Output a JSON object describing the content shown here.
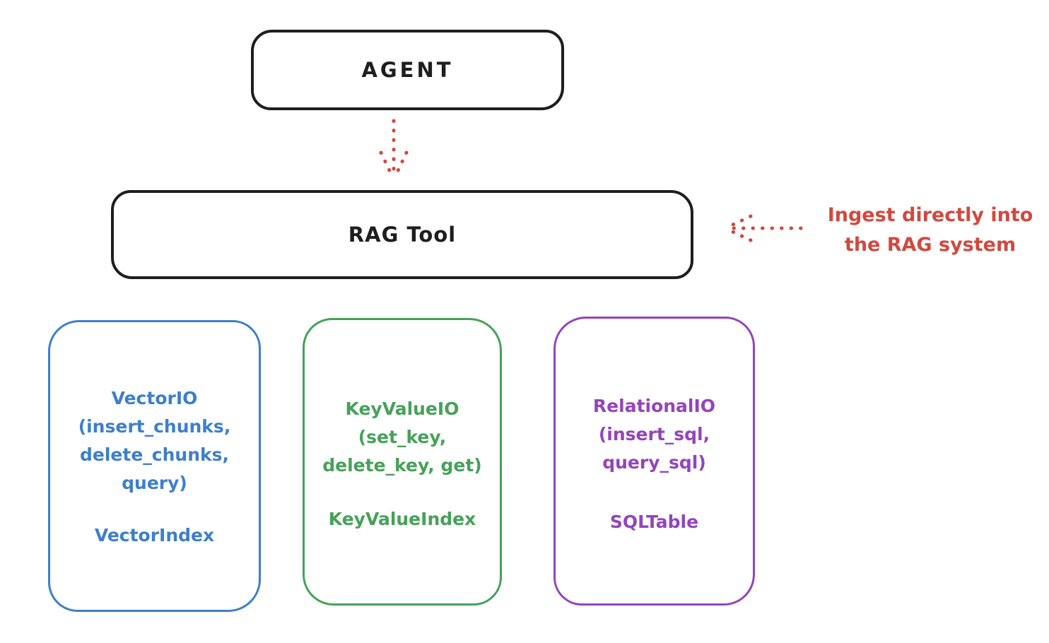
{
  "colors": {
    "background": "#ffffff",
    "ink": "#1e1e1e",
    "red": "#d0493f",
    "blue": "#3d7fca",
    "green": "#46a159",
    "purple": "#9444bb"
  },
  "nodes": {
    "agent": {
      "label": "AGENT"
    },
    "rag_tool": {
      "label": "RAG Tool"
    },
    "vector": {
      "title_lines": [
        "VectorIO",
        "(insert_chunks,",
        "delete_chunks,",
        "query)"
      ],
      "index_label": "VectorIndex"
    },
    "keyvalue": {
      "title_lines": [
        "KeyValueIO",
        "(set_key,",
        "delete_key, get)"
      ],
      "index_label": "KeyValueIndex"
    },
    "relational": {
      "title_lines": [
        "RelationalIO",
        "(insert_sql,",
        "query_sql)"
      ],
      "index_label": "SQLTable"
    }
  },
  "annotation": {
    "lines": [
      "Ingest directly into",
      "the RAG system"
    ]
  }
}
